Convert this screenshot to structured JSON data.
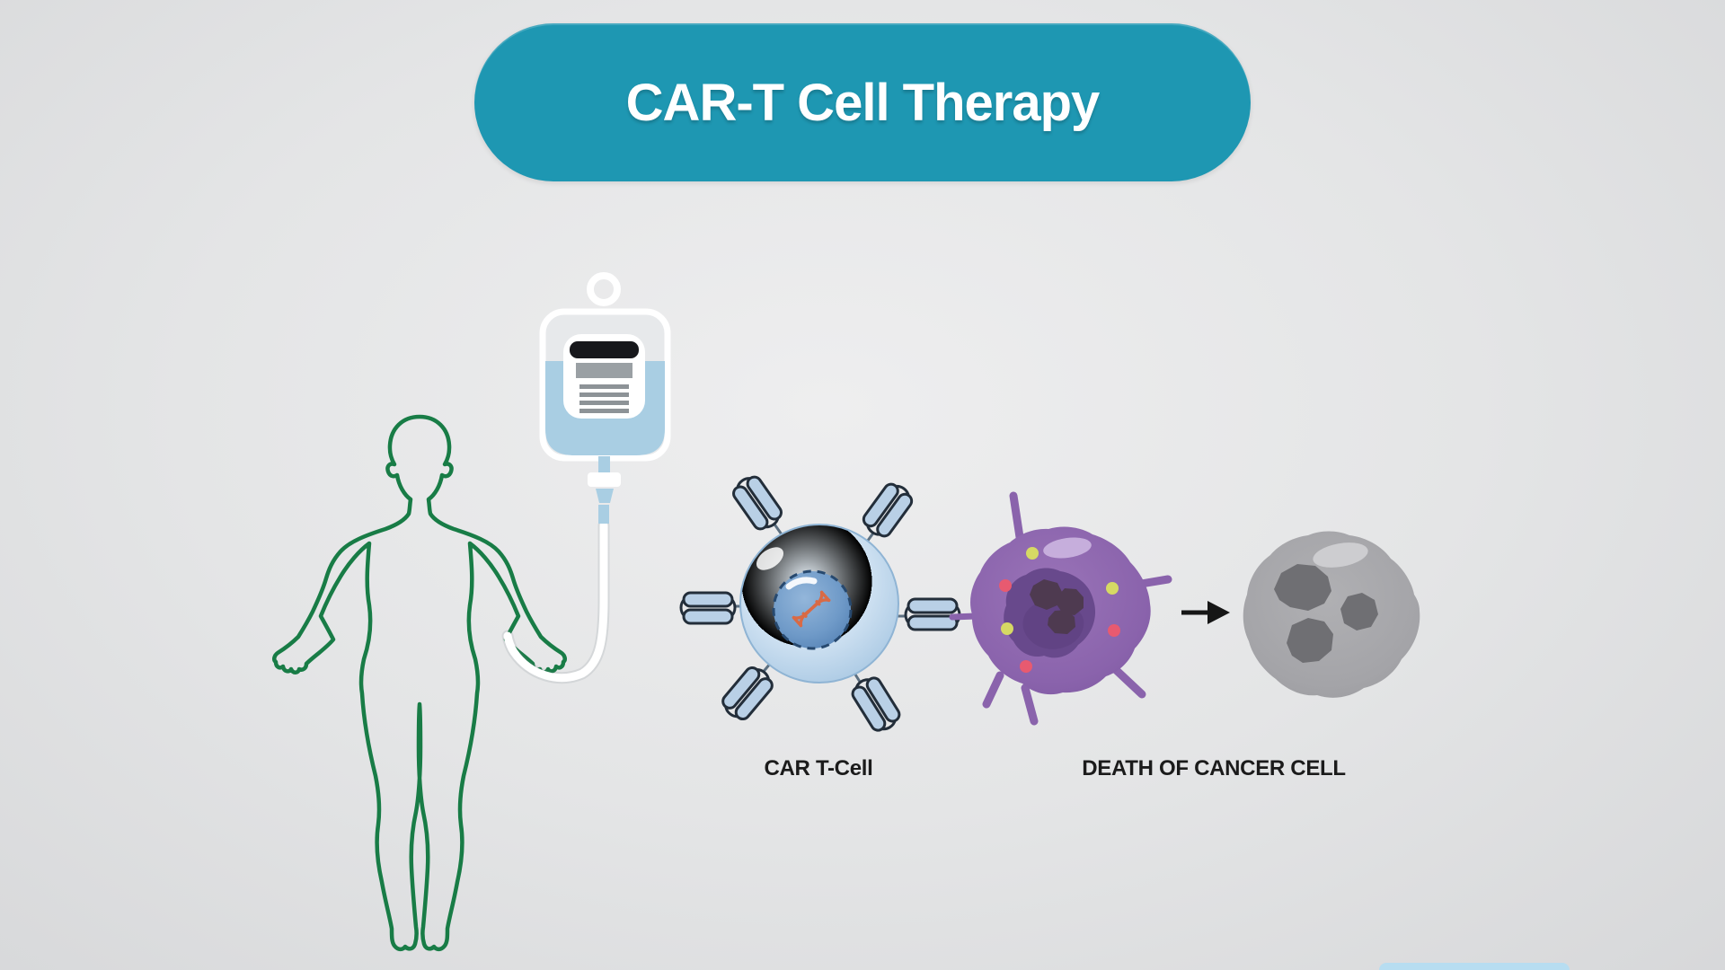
{
  "title": "CAR-T Cell Therapy",
  "labels": {
    "car_t_cell": "CAR T-Cell",
    "death_of_cancer_cell": "DEATH OF CANCER CELL"
  },
  "icons": [
    "human-body-outline",
    "iv-hanger-ring",
    "iv-infusion-bag",
    "iv-tube",
    "car-t-cell",
    "car-receptor",
    "cell-nucleus",
    "dna-icon",
    "cancer-cell",
    "arrow-right-icon",
    "dead-cancer-cell"
  ],
  "colors": {
    "banner_bg": "#1e97b2",
    "banner_text": "#ffffff",
    "label_text": "#1b1b1b",
    "body_outline": "#187c46",
    "tube": "#ffffff",
    "bag_liquid": "#a9cee3",
    "pill_fill": "#b9d0e6",
    "pill_outline": "#232e3a",
    "dna": "#d96a45",
    "cancer_nucleus": "#68498c",
    "cancer_clump": "#4e3a50",
    "cancer_spike": "#8a63ac",
    "dot_yellow": "#d6d964",
    "dot_red": "#e85a70",
    "highlight_lavender": "#c9b2de",
    "dead_clump": "#6f6f73",
    "dead_highlight": "#cdcdd0",
    "arrow": "#161616",
    "bg_center": "#eeeeef",
    "bg_edge": "#d5d6d8",
    "sliver": "#b7ddf1"
  }
}
